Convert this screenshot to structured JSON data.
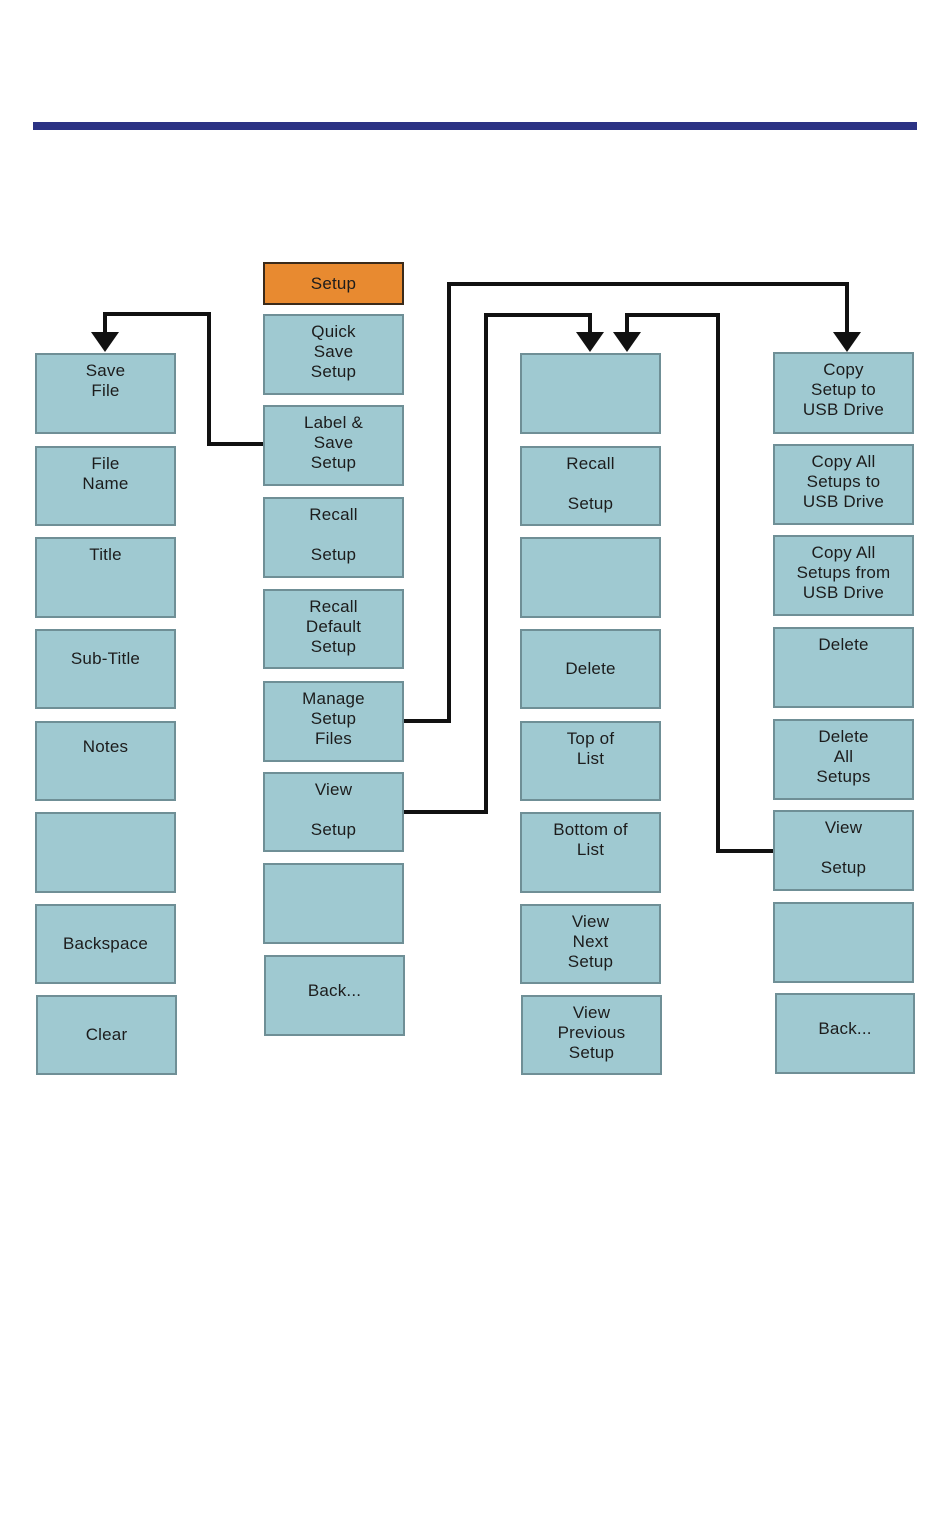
{
  "menu": {
    "title": "Setup",
    "items": [
      "Quick\nSave\nSetup",
      "Label &\nSave\nSetup",
      "Recall\n\nSetup",
      "Recall\nDefault\nSetup",
      "Manage\nSetup\nFiles",
      "View\n\nSetup",
      "",
      "Back..."
    ]
  },
  "label_save_menu": {
    "items": [
      "Save\nFile",
      "File\nName",
      "Title",
      "Sub-Title",
      "Notes",
      "",
      "Backspace",
      "Clear"
    ]
  },
  "recall_menu": {
    "items": [
      "",
      "Recall\n\nSetup",
      "",
      "Delete",
      "Top of\nList",
      "Bottom of\nList",
      "View\nNext\nSetup",
      "View\nPrevious\nSetup"
    ]
  },
  "manage_menu": {
    "items": [
      "Copy\nSetup to\nUSB Drive",
      "Copy All\nSetups to\nUSB Drive",
      "Copy All\nSetups from\nUSB Drive",
      "Delete",
      "Delete\nAll\nSetups",
      "View\n\nSetup",
      "",
      "Back..."
    ]
  },
  "colors": {
    "header_rule": "#2b3284",
    "key_fill": "#9fc9d1",
    "title_key_fill": "#e88a30",
    "connector": "#111111"
  }
}
